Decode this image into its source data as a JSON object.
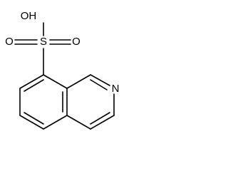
{
  "molecule": {
    "atoms": {
      "hydroxyl": "OH",
      "oxygen_left": "O",
      "sulfur": "S",
      "oxygen_right": "O",
      "nitrogen": "N"
    }
  },
  "colors": {
    "ink": "#000000",
    "background": "#ffffff"
  }
}
